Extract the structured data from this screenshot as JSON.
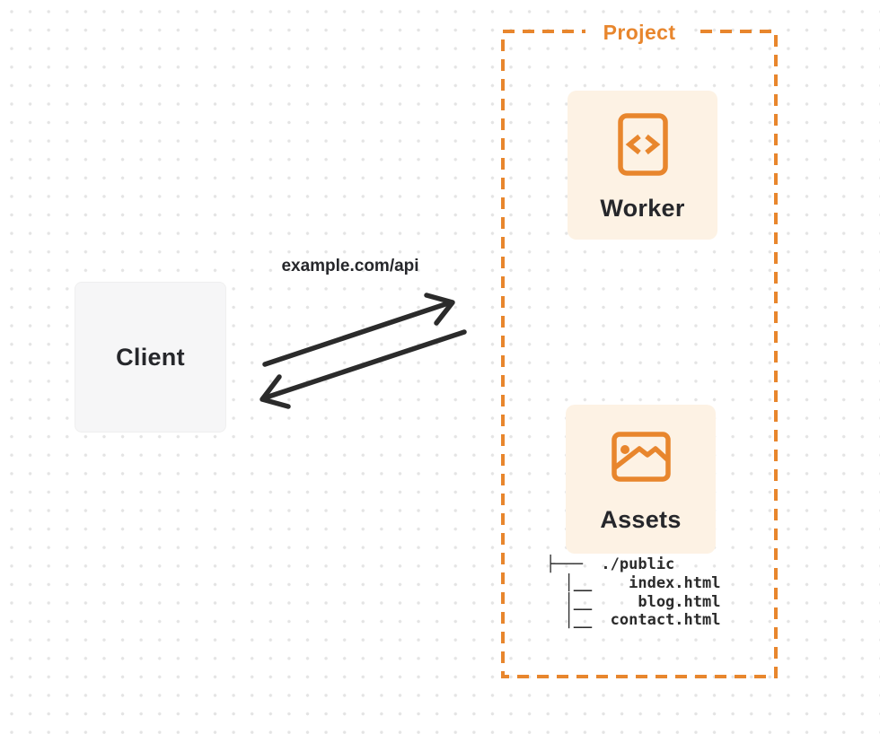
{
  "diagram": {
    "client": {
      "label": "Client"
    },
    "request": {
      "label": "example.com/api"
    },
    "project": {
      "label": "Project",
      "worker": {
        "label": "Worker",
        "icon": "code-document-icon"
      },
      "assets": {
        "label": "Assets",
        "icon": "image-icon"
      },
      "file_tree": {
        "root": "./public",
        "files": [
          "index.html",
          "blog.html",
          "contact.html"
        ],
        "lines": [
          "├───  ./public",
          "  │__    index.html",
          "  │__     blog.html",
          "  │__  contact.html"
        ]
      }
    }
  },
  "colors": {
    "accent_orange": "#e8862d",
    "panel_cream": "#fdf2e4",
    "client_gray": "#f6f6f7",
    "ink": "#26272b",
    "arrow_black": "#2b2b2b",
    "dot_grid": "#e4e4e4",
    "background": "#ffffff"
  }
}
